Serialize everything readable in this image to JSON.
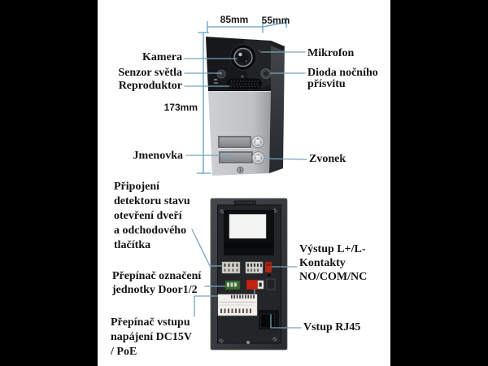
{
  "colors": {
    "letterbox": "#000000",
    "canvas": "#ffffff",
    "callout_line": "#7aa2b8",
    "dimension_line": "#5f9fc6",
    "label_text": "#141414"
  },
  "dimensions": {
    "front_width": "85mm",
    "side_depth": "55mm",
    "front_height": "173mm"
  },
  "front_view": {
    "labels": {
      "kamera": "Kamera",
      "senzor_svetla": "Senzor světla",
      "reproduktor": "Reproduktor",
      "jmenovka": "Jmenovka",
      "mikrofon": "Mikrofon",
      "dioda_nocniho": {
        "lines": [
          "Dioda nočního",
          "přísvitu"
        ]
      },
      "zvonek": "Zvonek"
    }
  },
  "back_view": {
    "labels": {
      "door_detector": {
        "lines": [
          "Připojení",
          "detektoru stavu",
          "otevření dveří",
          "a odchodového",
          "tlačítka"
        ]
      },
      "unit_switch": {
        "lines": [
          "Přepínač označení",
          "jednotky Door1/2"
        ]
      },
      "power_switch": {
        "lines": [
          "Přepínač vstupu",
          "napájení DC15V",
          "/ PoE"
        ]
      },
      "relay_output": {
        "lines": [
          "Výstup L+/L-",
          "Kontakty",
          "NO/COM/NC"
        ]
      },
      "rj45": "Vstup RJ45"
    }
  }
}
